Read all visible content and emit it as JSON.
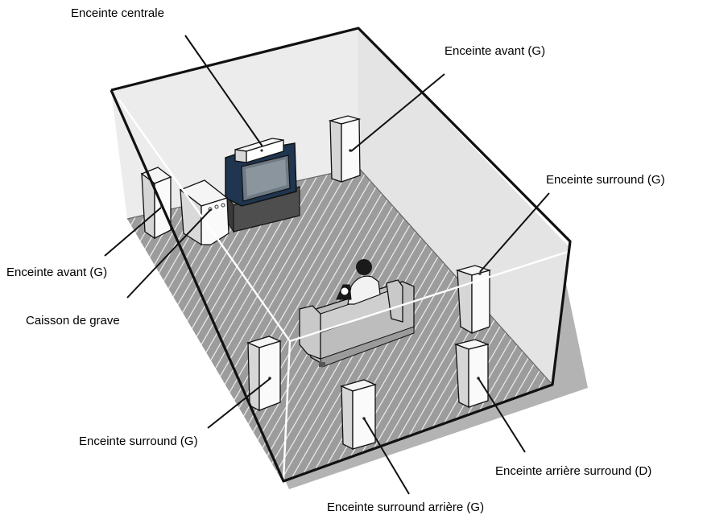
{
  "labels": {
    "center": "Enceinte centrale",
    "front_top": "Enceinte avant (G)",
    "surround_right": "Enceinte surround (G)",
    "front_left": "Enceinte avant (G)",
    "subwoofer": "Caisson de grave",
    "surround_left": "Enceinte surround (G)",
    "rear_surround_right": "Enceinte arrière surround (D)",
    "rear_surround_left": "Enceinte surround arrière (G)"
  },
  "colors": {
    "floor": "#9a9a9a",
    "wall": "#ebebeb",
    "shadow": "#b0b0b0",
    "outline": "#111111",
    "tv_frame": "#1f3550",
    "tv_stand": "#4b4b4b"
  }
}
